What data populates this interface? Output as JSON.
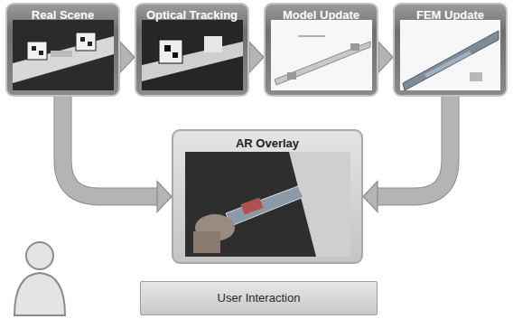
{
  "diagram": {
    "nodes": [
      {
        "text": [
          "Real Scene"
        ]
      },
      {
        "text": [
          "Optical Tracking"
        ]
      },
      {
        "text": [
          "Model Update"
        ]
      },
      {
        "text": [
          "FEM Update"
        ]
      },
      {
        "text": [
          "AR Overlay"
        ]
      },
      {
        "text": [
          "User Interaction"
        ]
      }
    ],
    "edges": [
      {
        "from": 0,
        "to": 1,
        "arrow": "to"
      },
      {
        "from": 1,
        "to": 2,
        "arrow": "to"
      },
      {
        "from": 2,
        "to": 3,
        "arrow": "to"
      },
      {
        "from": 0,
        "to": 4,
        "arrow": "to"
      },
      {
        "from": 3,
        "to": 4,
        "arrow": "to"
      }
    ]
  }
}
